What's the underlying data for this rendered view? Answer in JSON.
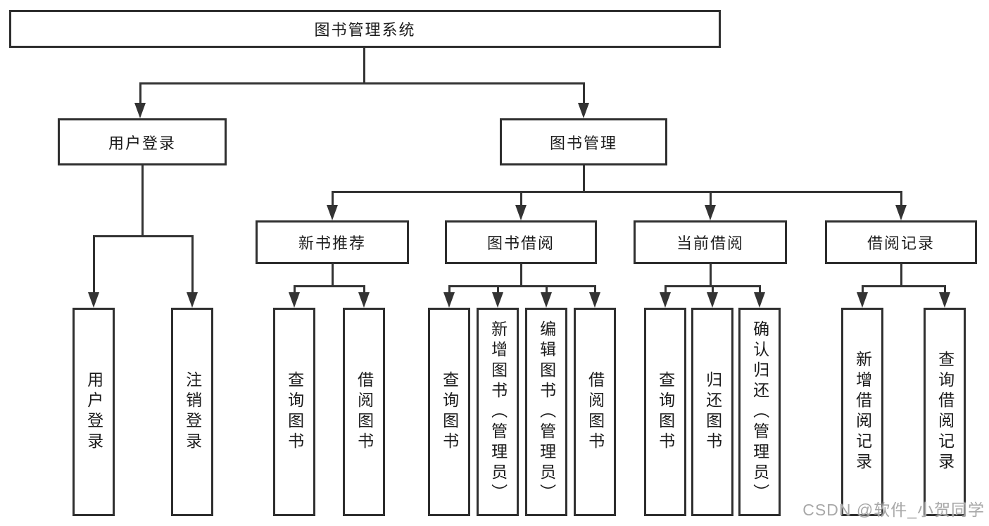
{
  "title": {
    "label": "图书管理系统"
  },
  "level2": {
    "user_login": "用户登录",
    "book_mgmt": "图书管理"
  },
  "level3": {
    "new_books": "新书推荐",
    "book_borrow": "图书借阅",
    "current_borrow": "当前借阅",
    "borrow_records": "借阅记录"
  },
  "leaves": {
    "user_login": [
      "用户登录",
      "注销登录"
    ],
    "new_books": [
      "查询图书",
      "借阅图书"
    ],
    "book_borrow": [
      "查询图书",
      "新增图书（管理员）",
      "编辑图书（管理员）",
      "借阅图书"
    ],
    "current_borrow": [
      "查询图书",
      "归还图书",
      "确认归还（管理员）"
    ],
    "borrow_records": [
      "新增借阅记录",
      "查询借阅记录"
    ]
  },
  "watermark": {
    "text": "CSDN @软件_小贺同学"
  },
  "colors": {
    "line": "#333333",
    "box_border": "#2f2f2f",
    "text": "#1c1c1c",
    "watermark": "#a8a8a8",
    "background": "#ffffff"
  }
}
